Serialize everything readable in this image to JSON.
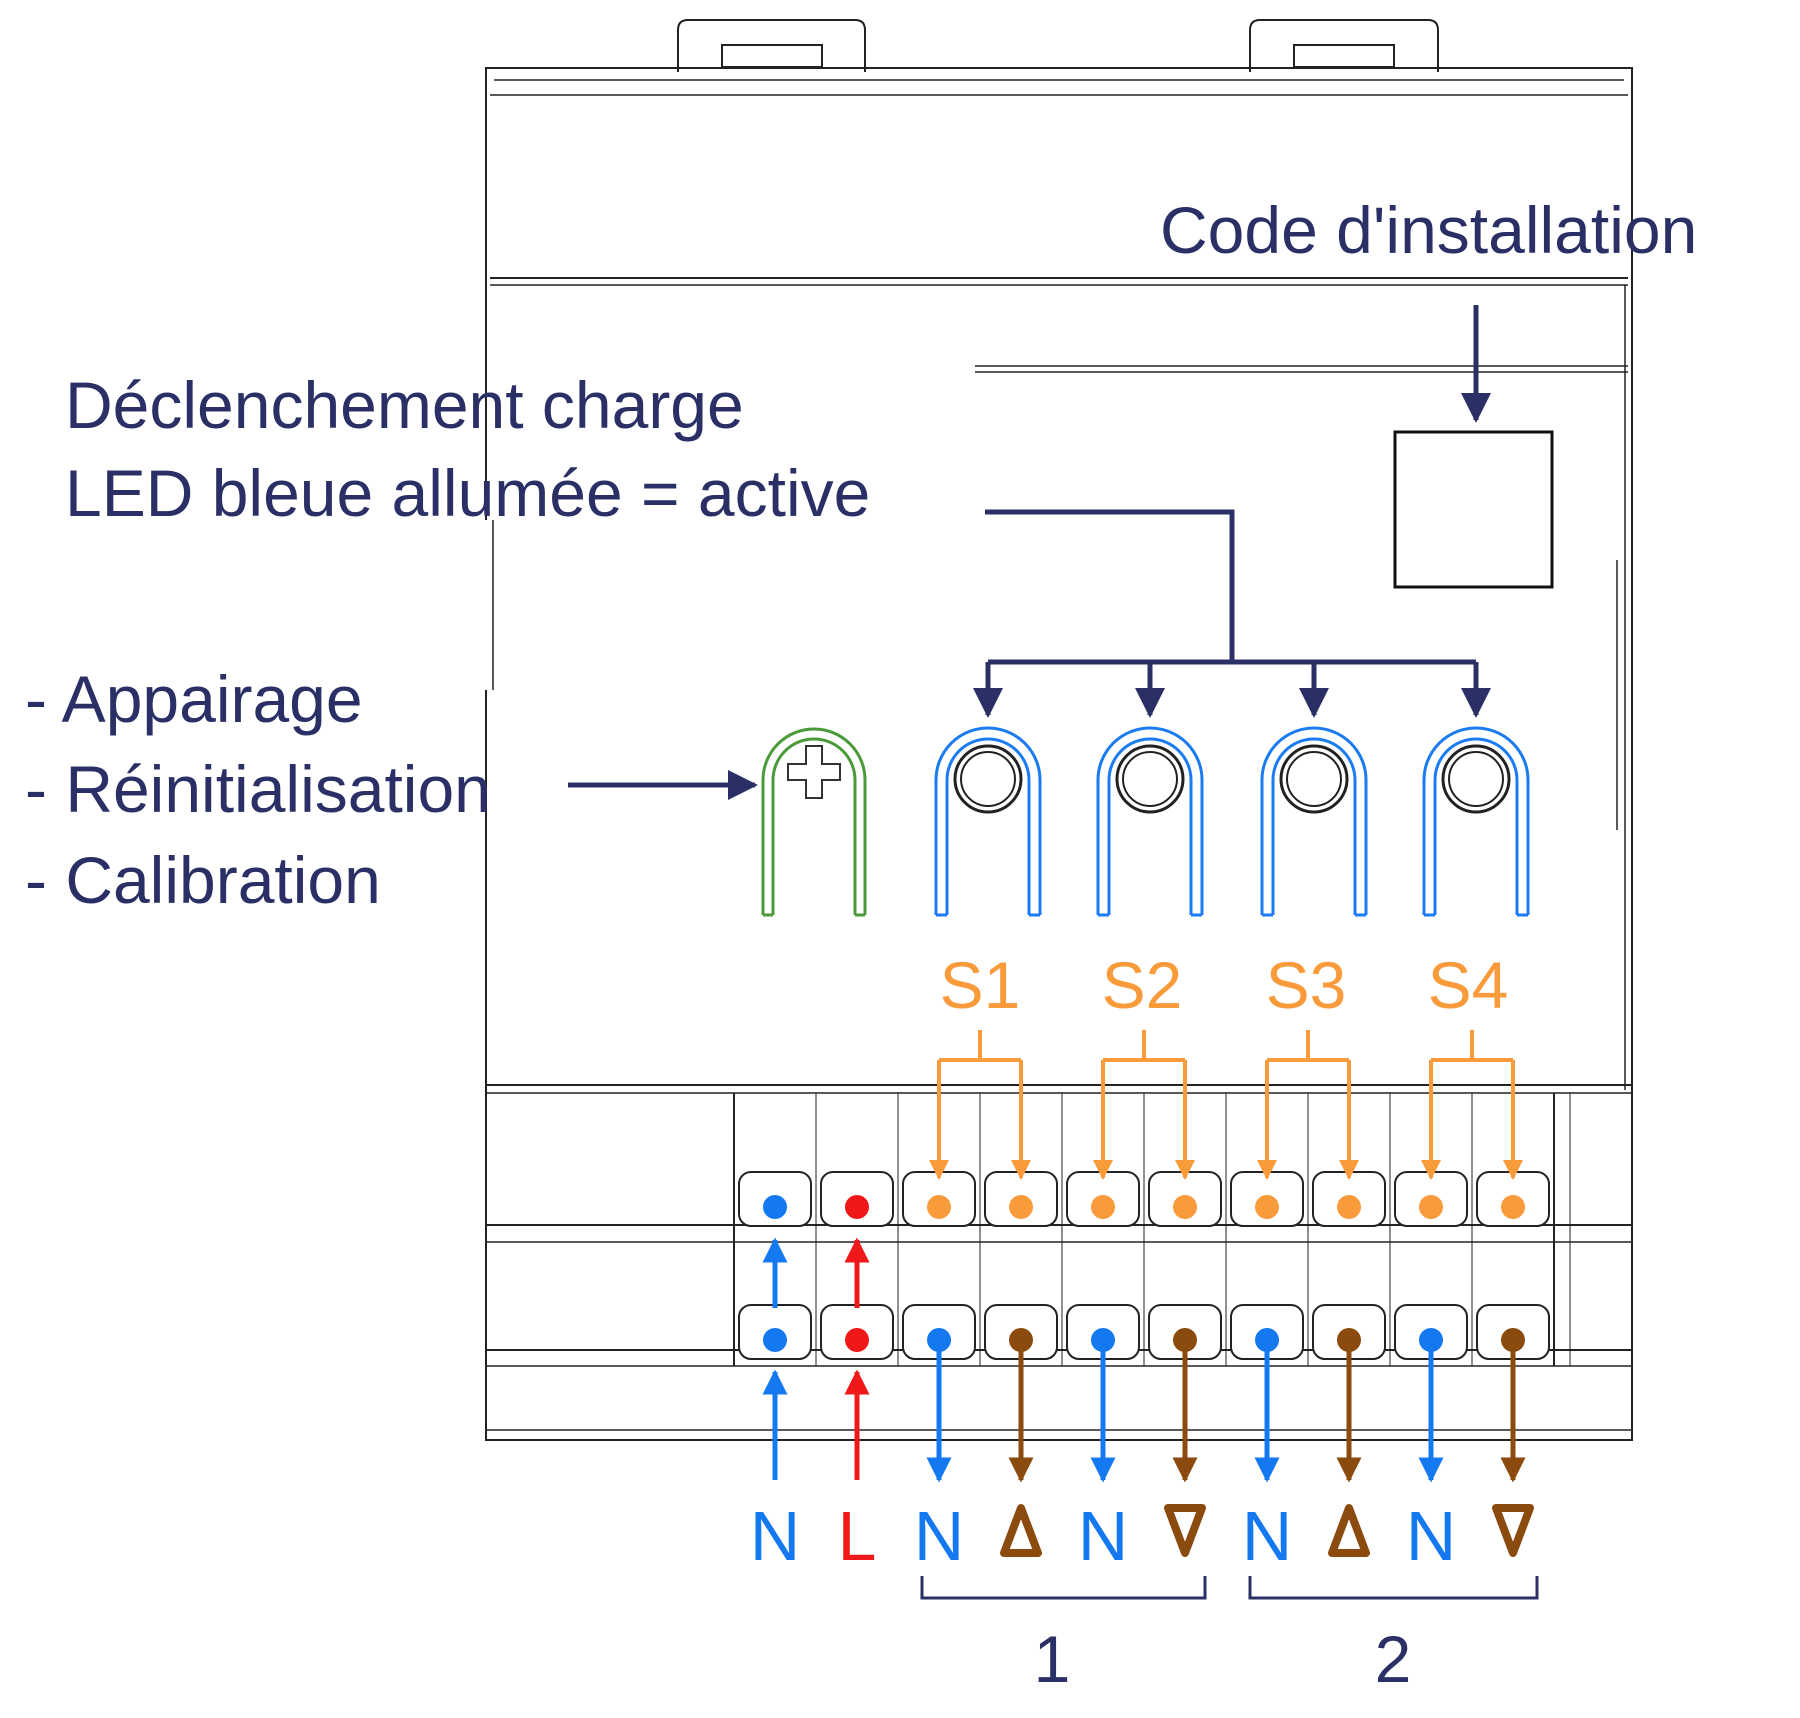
{
  "labels": {
    "install_code": "Code d'installation",
    "trigger_line1": "Déclenchement charge",
    "trigger_line2": "LED bleue allumée = active",
    "func_pairing": "- Appairage",
    "func_reset": "- Réinitialisation",
    "func_calibration": "- Calibration"
  },
  "switches": [
    {
      "label": "S1"
    },
    {
      "label": "S2"
    },
    {
      "label": "S3"
    },
    {
      "label": "S4"
    }
  ],
  "terminals_bottom": [
    {
      "label": "N",
      "color": "#1479f0"
    },
    {
      "label": "L",
      "color": "#f01818"
    },
    {
      "label": "N",
      "color": "#1479f0"
    },
    {
      "label": "▲",
      "color": "#8b4a0e"
    },
    {
      "label": "N",
      "color": "#1479f0"
    },
    {
      "label": "▼",
      "color": "#8b4a0e"
    },
    {
      "label": "N",
      "color": "#1479f0"
    },
    {
      "label": "▲",
      "color": "#8b4a0e"
    },
    {
      "label": "N",
      "color": "#1479f0"
    },
    {
      "label": "▼",
      "color": "#8b4a0e"
    }
  ],
  "groups": [
    {
      "label": "1"
    },
    {
      "label": "2"
    }
  ],
  "colors": {
    "navy": "#2a3066",
    "blue": "#1479f0",
    "red": "#f01818",
    "orange": "#f99b3a",
    "brown": "#8b4a0e",
    "green": "#4a9a3a",
    "button_blue": "#1a7bf2"
  }
}
